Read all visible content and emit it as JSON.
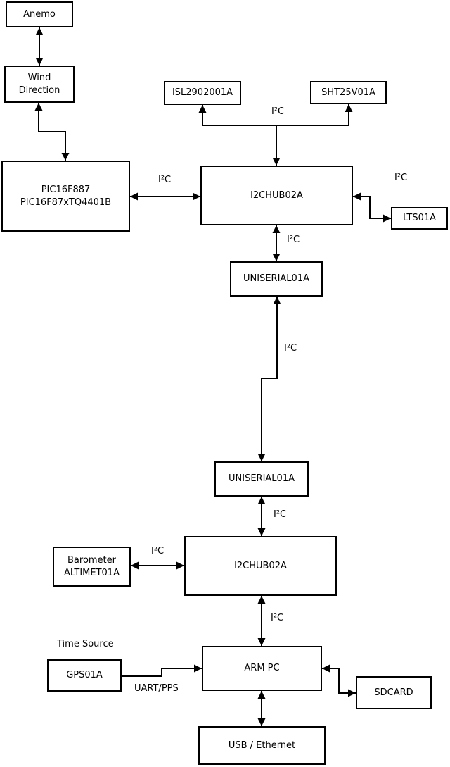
{
  "diagram": {
    "nodes": {
      "anemo": {
        "label": "Anemo"
      },
      "wind_direction": {
        "line1": "Wind",
        "line2": "Direction"
      },
      "pic": {
        "line1": "PIC16F887",
        "line2": "PIC16F87xTQ4401B"
      },
      "isl": {
        "label": "ISL2902001A"
      },
      "sht": {
        "label": "SHT25V01A"
      },
      "i2chub_top": {
        "label": "I2CHUB02A"
      },
      "lts": {
        "label": "LTS01A"
      },
      "uniserial_top": {
        "label": "UNISERIAL01A"
      },
      "uniserial_bottom": {
        "label": "UNISERIAL01A"
      },
      "i2chub_bottom": {
        "label": "I2CHUB02A"
      },
      "barometer": {
        "line1": "Barometer",
        "line2": "ALTIMET01A"
      },
      "gps": {
        "label": "GPS01A"
      },
      "arm_pc": {
        "label": "ARM PC"
      },
      "sdcard": {
        "label": "SDCARD"
      },
      "usb_ethernet": {
        "label": "USB / Ethernet"
      }
    },
    "annotations": {
      "time_source": "Time Source"
    },
    "edges": {
      "anemo_wind": {
        "from": "anemo",
        "to": "wind_direction",
        "arrows": "both"
      },
      "wind_pic": {
        "from": "wind_direction",
        "to": "pic",
        "arrows": "both"
      },
      "pic_hub1": {
        "from": "pic",
        "to": "i2chub_top",
        "arrows": "both",
        "label": "I²C"
      },
      "hub1_isl_sht_bus": {
        "from": "i2chub_top",
        "to": "isl,sht",
        "arrows": "split",
        "label": "I²C"
      },
      "hub1_lts": {
        "from": "i2chub_top",
        "to": "lts",
        "arrows": "both",
        "label": "I²C"
      },
      "hub1_uniserial1": {
        "from": "i2chub_top",
        "to": "uniserial_top",
        "arrows": "both",
        "label": "I²C"
      },
      "uniserial1_uniserial2": {
        "from": "uniserial_top",
        "to": "uniserial_bottom",
        "arrows": "both",
        "label": "I²C"
      },
      "uniserial2_hub2": {
        "from": "uniserial_bottom",
        "to": "i2chub_bottom",
        "arrows": "both",
        "label": "I²C"
      },
      "barometer_hub2": {
        "from": "barometer",
        "to": "i2chub_bottom",
        "arrows": "both",
        "label": "I²C"
      },
      "hub2_armpc": {
        "from": "i2chub_bottom",
        "to": "arm_pc",
        "arrows": "both",
        "label": "I²C"
      },
      "gps_armpc": {
        "from": "gps",
        "to": "arm_pc",
        "arrows": "to",
        "label": "UART/PPS"
      },
      "armpc_sdcard": {
        "from": "arm_pc",
        "to": "sdcard",
        "arrows": "both"
      },
      "armpc_usb": {
        "from": "arm_pc",
        "to": "usb_ethernet",
        "arrows": "both"
      }
    },
    "colors": {
      "line": "#000000",
      "box_border": "#000000",
      "box_fill": "#ffffff",
      "text": "#000000",
      "background": "#ffffff"
    }
  }
}
